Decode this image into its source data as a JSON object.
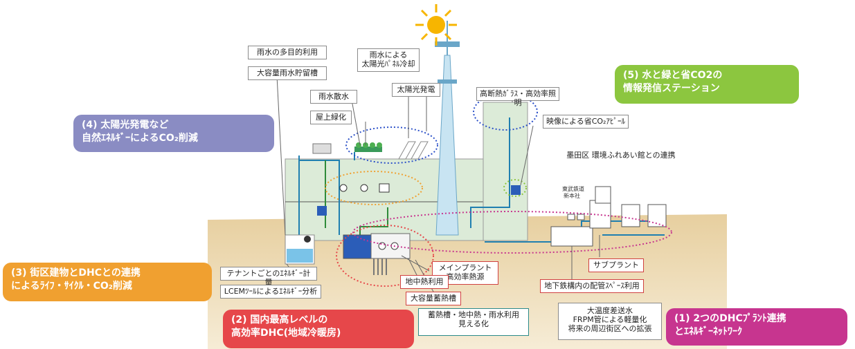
{
  "colors": {
    "ground": "#d6b277",
    "building": "#d9ead6",
    "banner_purple": "#8a8cc3",
    "banner_green": "#8cc63f",
    "banner_orange": "#f0a030",
    "banner_red": "#e6474a",
    "banner_magenta": "#c7358f",
    "sun": "#f7b500",
    "water": "#1f7fb0"
  },
  "icons": [
    "sun-icon",
    "tower-icon",
    "solar-panel-icon",
    "roof-garden-icon",
    "rain-tank-icon",
    "pump-icon",
    "meter-icon",
    "info-panel-icon",
    "substation-icon"
  ],
  "banners": {
    "b5": "(5)  水と緑と省CO2の\n   情報発信ステーション",
    "b4": "(4)  太陽光発電など\n   自然ｴﾈﾙｷﾞｰによるCO₂削減",
    "b3": "(3)  街区建物とDHCとの連携\n   によるﾗｲﾌ・ｻｲｸﾙ・CO₂削減",
    "b2": "(2)  国内最高レベルの\n   高効率DHC(地域冷暖房)",
    "b1": "(1)  2つのDHCﾌﾟﾗﾝﾄ連携\n   とｴﾈﾙｷﾞｰﾈｯﾄﾜｰｸ"
  },
  "labels": {
    "rain_multi": "雨水の多目的利用",
    "rain_tank": "大容量雨水貯留槽",
    "rain_cooling": "雨水による\n太陽光ﾊﾟﾈﾙ冷却",
    "rain_sprinkle": "雨水散水",
    "solar_power": "太陽光発電",
    "roof_green": "屋上緑化",
    "glass_light": "高断熱ｶﾞﾗｽ・高効率照明",
    "video_appeal": "映像による省CO₂ｱﾋﾟｰﾙ",
    "sumida": "墨田区 環境ふれあい館との連携",
    "tenant_meter": "テナントごとのｴﾈﾙｷﾞｰ計量",
    "lcem": "LCEMﾂｰﾙによるｴﾈﾙｷﾞｰ分析",
    "main_plant": "メインプラント\n高効率熱源",
    "geothermal": "地中熱利用",
    "storage": "大容量蓄熱槽",
    "sub_plant": "サブプラント",
    "subway": "地下鉄構内の配管ｽﾍﾟｰｽ利用",
    "visible": "蓄熱槽・地中熱・雨水利用\n見える化",
    "frpm": "大温度差送水\nFRPM管による軽量化\n将来の周辺街区への拡張",
    "tobu": "東武鉄道\n新本社"
  }
}
